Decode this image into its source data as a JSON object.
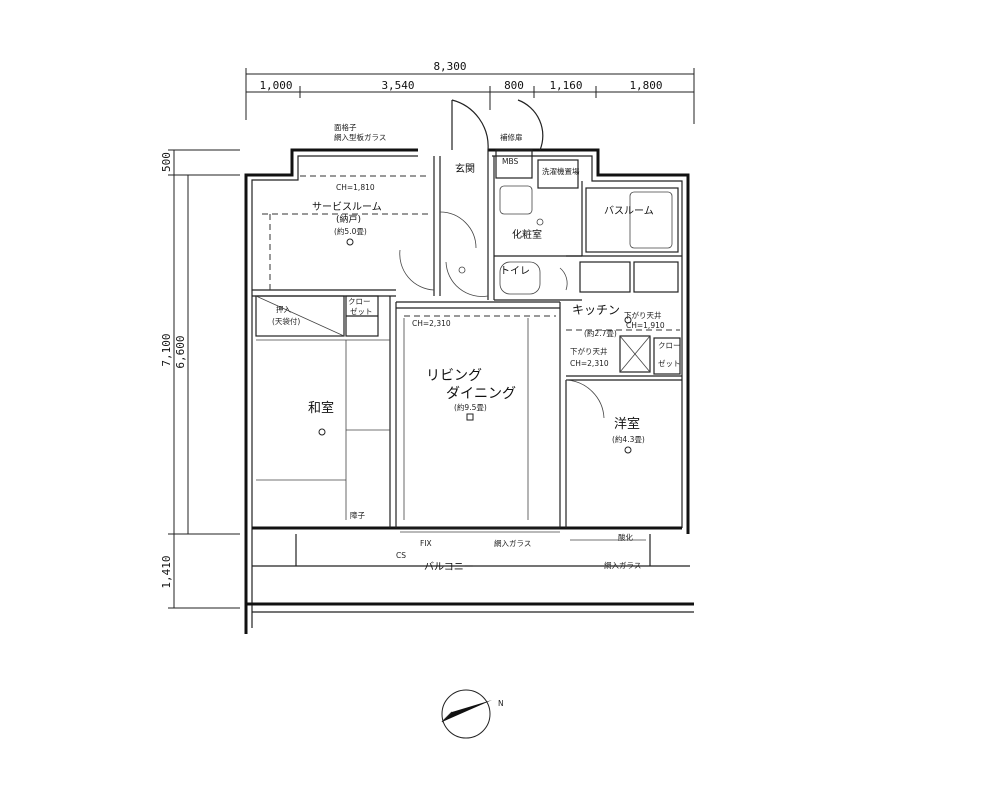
{
  "dimensions": {
    "top_total": "8,300",
    "top_segments": [
      "1,000",
      "3,540",
      "800",
      "1,160",
      "1,800"
    ],
    "left_segments": [
      "500",
      "7,100",
      "6,600",
      "1,410"
    ]
  },
  "rooms": {
    "service_room": {
      "name": "サービスルーム",
      "sub": "(納戸)",
      "area": "(約5.0畳)",
      "ch": "CH=1,810"
    },
    "entrance": {
      "name": "玄関"
    },
    "bathroom": {
      "name": "バスルーム"
    },
    "washroom": {
      "name": "化粧室"
    },
    "toilet": {
      "name": "トイレ"
    },
    "kitchen": {
      "name": "キッチン",
      "area": "(約2.7畳)",
      "ch": "CH=2,310"
    },
    "living": {
      "name_line1": "リビング",
      "name_line2": "ダイニング",
      "area": "(約9.5畳)",
      "ch": "CH=2,310"
    },
    "japanese": {
      "name": "和室"
    },
    "western": {
      "name": "洋室",
      "area": "(約4.3畳)"
    },
    "balcony": {
      "name": "バルコニー"
    }
  },
  "labels": {
    "window_top": "面格子",
    "window_top2": "網入型板ガラス",
    "storage_top": "補修扉",
    "mbs": "MBS",
    "washing": "洗濯機置場",
    "oshiire": "押入",
    "oshiire_sub": "(天袋付)",
    "closet": "クロー",
    "closet2": "ゼット",
    "closet3": "クロー",
    "closet4": "ゼット",
    "shoji": "障子",
    "wired_glass": "網入ガラス",
    "wired_glass2": "網入ガラス",
    "ceiling_box": "下がり天井",
    "ceiling_box2": "下がり天井",
    "cs": "CS",
    "fix": "FIX",
    "ch_living": "CH=2,310",
    "ch_kitchen": "CH=1,910",
    "acid": "酸化",
    "north": "N"
  }
}
